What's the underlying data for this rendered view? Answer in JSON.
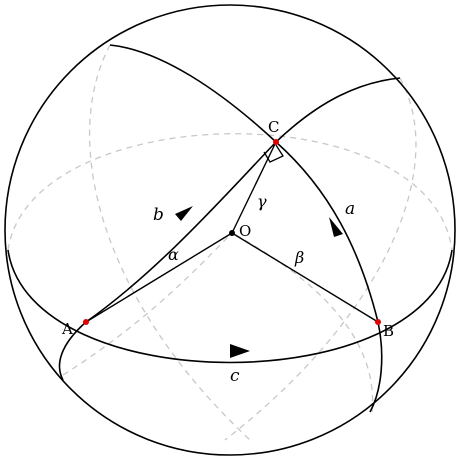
{
  "points": [
    {
      "key": "A",
      "label": "A"
    },
    {
      "key": "B",
      "label": "B"
    },
    {
      "key": "C",
      "label": "C"
    },
    {
      "key": "O",
      "label": "O"
    }
  ],
  "sides": [
    {
      "key": "a",
      "label": "a"
    },
    {
      "key": "b",
      "label": "b"
    },
    {
      "key": "c",
      "label": "c"
    }
  ],
  "angles": [
    {
      "key": "alpha",
      "label": "α"
    },
    {
      "key": "beta",
      "label": "β"
    },
    {
      "key": "gamma",
      "label": "γ"
    }
  ],
  "colors": {
    "outline": "#000000",
    "hidden_arcs": "#c8c8c8",
    "vertices": "#e00000"
  }
}
